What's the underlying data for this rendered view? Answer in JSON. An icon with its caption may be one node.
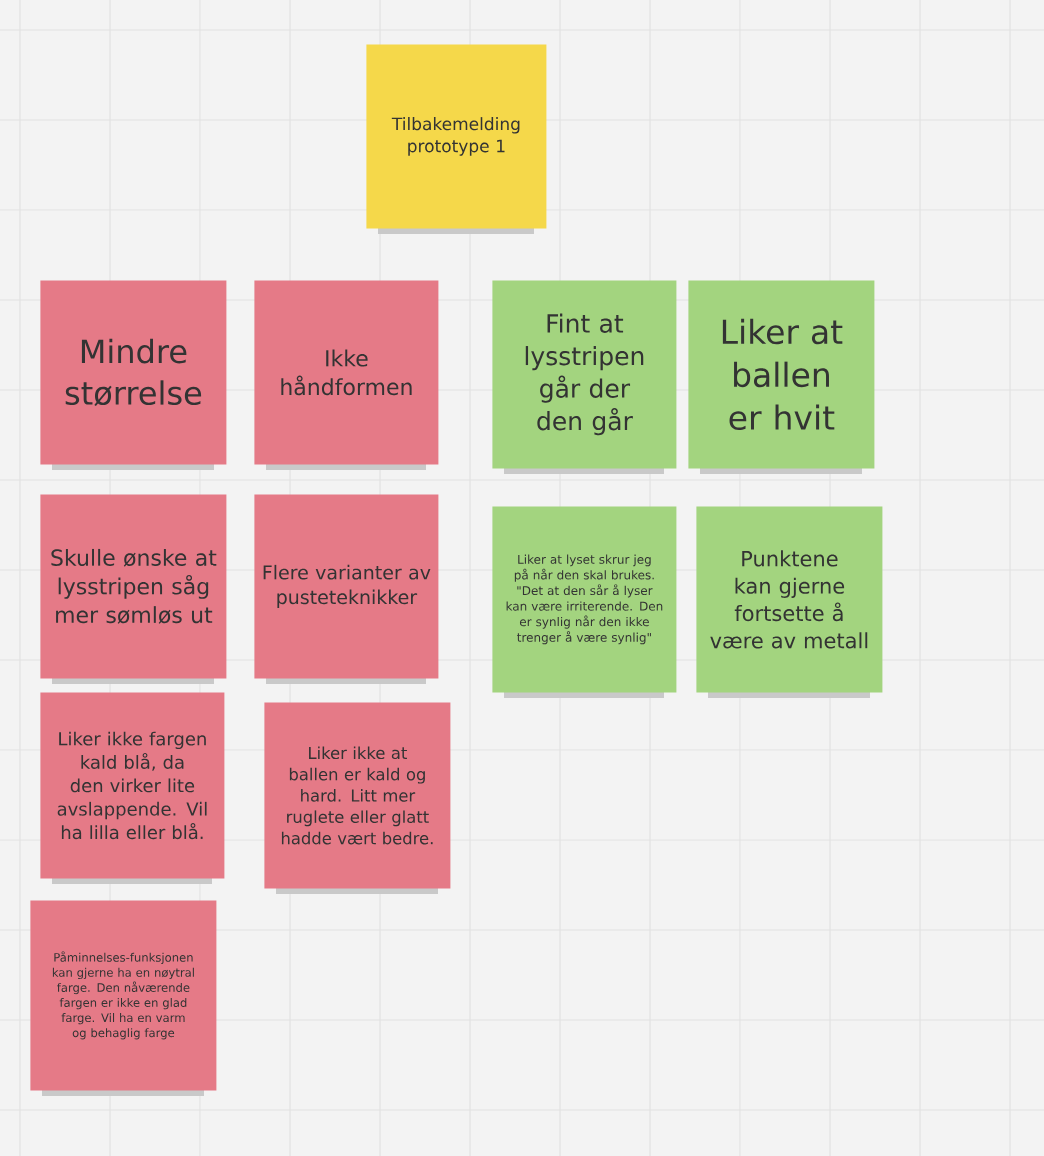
{
  "diagram": {
    "nodes": [
      {
        "text": [
          "Tilbakemelding prototype 1"
        ]
      },
      {
        "text": [
          "Mindre størrelse"
        ]
      },
      {
        "text": [
          "Ikke håndformen"
        ]
      },
      {
        "text": [
          "Fint at lysstripen går der den går"
        ]
      },
      {
        "text": [
          "Liker at ballen er hvit"
        ]
      },
      {
        "text": [
          "Skulle ønske at lysstripen såg mer sømløs ut"
        ]
      },
      {
        "text": [
          "Flere varianter av pusteteknikker"
        ]
      },
      {
        "text": [
          "Liker at lyset skrur jeg på når den skal brukes. \"Det at den sår å lyser kan være irriterende. Den er synlig når den ikke trenger å være synlig\""
        ]
      },
      {
        "text": [
          "Punktene kan gjerne fortsette å være av metall"
        ]
      },
      {
        "text": [
          "Liker ikke fargen kald blå, da den virker lite avslappende. Vil ha lilla eller blå."
        ]
      },
      {
        "text": [
          "Liker ikke at ballen er kald og hard. Litt mer ruglete eller glatt hadde vært bedre."
        ]
      },
      {
        "text": [
          "Påminnelses-funksjonen kan gjerne ha en nøytral farge. Den nåværende fargen er ikke en glad farge. Vil ha en varm og behaglig farge"
        ]
      }
    ]
  }
}
